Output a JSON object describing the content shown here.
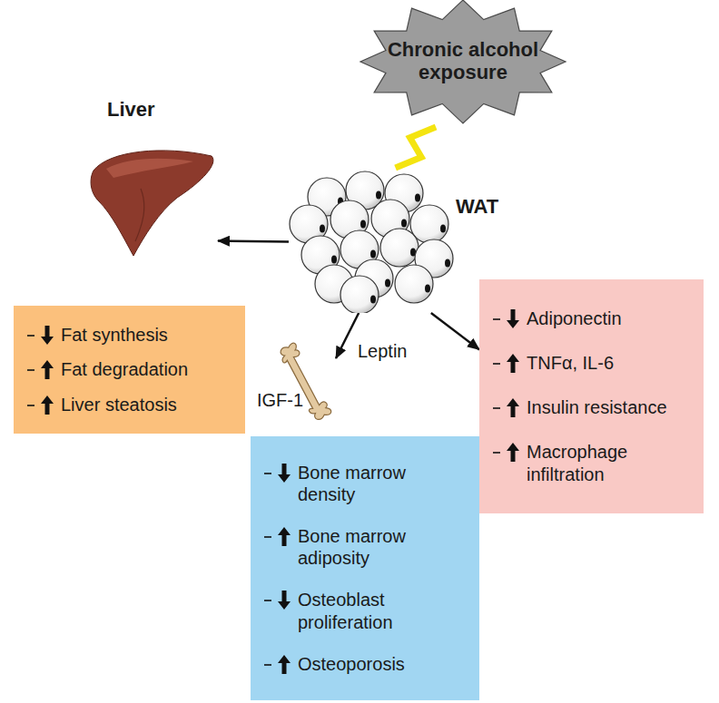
{
  "diagram": {
    "nodes": [
      {
        "text": [
          "Chronic alcohol exposure"
        ]
      },
      {
        "text": [
          "Liver"
        ]
      },
      {
        "text": [
          "WAT"
        ]
      },
      {
        "text": [
          "Fat synthesis",
          "Fat degradation",
          "Liver steatosis"
        ]
      },
      {
        "text": [
          "Adiponectin",
          "TNFα, IL-6",
          "Insulin resistance",
          "Macrophage infiltration"
        ]
      },
      {
        "text": [
          "IGF-1"
        ]
      },
      {
        "text": [
          "Bone marrow density",
          "Bone marrow adiposity",
          "Osteoblast proliferation",
          "Osteoporosis"
        ]
      }
    ],
    "edges": [
      {
        "from": 0,
        "to": 2,
        "arrow": "none"
      },
      {
        "from": 2,
        "to": 1,
        "arrow": "to"
      },
      {
        "from": 2,
        "to": 5,
        "label": "Leptin",
        "arrow": "to"
      },
      {
        "from": 2,
        "to": 4,
        "arrow": "to"
      }
    ]
  }
}
